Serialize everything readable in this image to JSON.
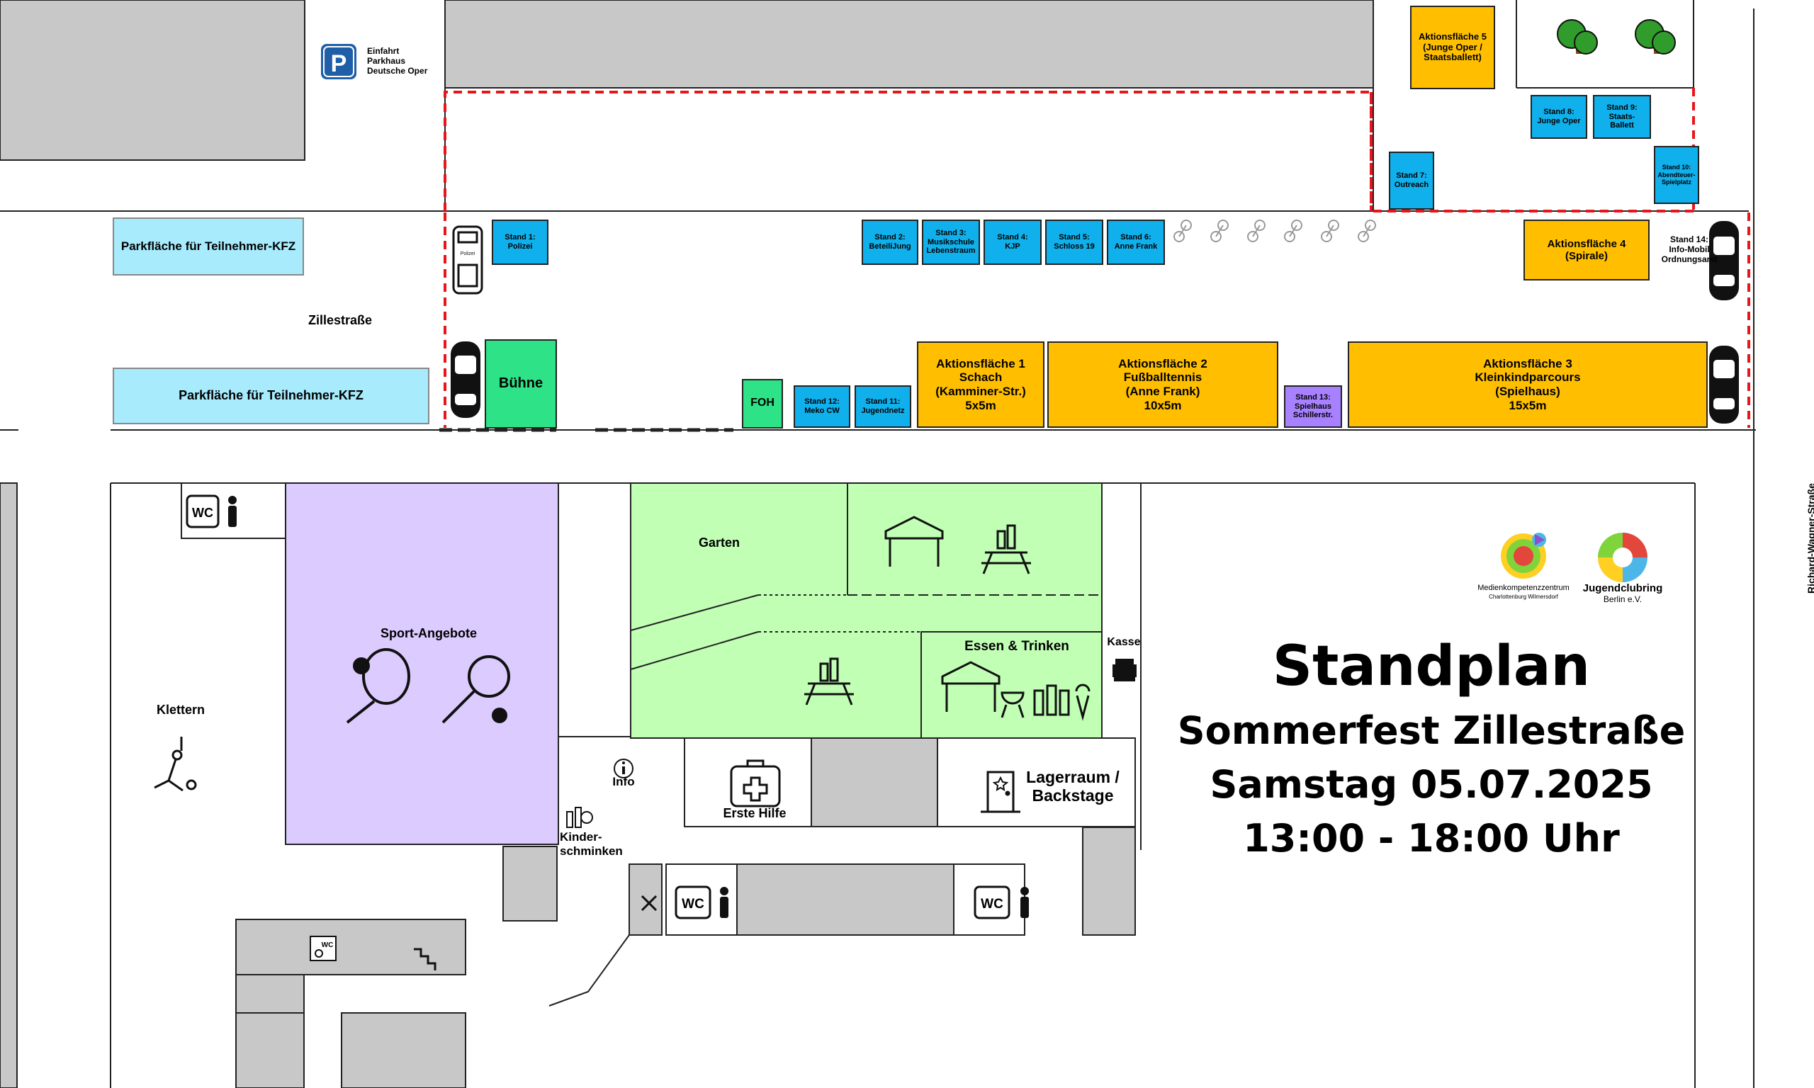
{
  "parking_sign": {
    "letter": "P",
    "text": "Einfahrt\nParkhaus\nDeutsche Oper"
  },
  "streets": {
    "zillestrasse": "Zillestraße",
    "richard_wagner": "Richard-Wagner-Straße"
  },
  "parking_areas": [
    "Parkfläche für Teilnehmer-KFZ",
    "Parkfläche für Teilnehmer-KFZ"
  ],
  "stands": {
    "s1": "Stand 1:\nPolizei",
    "s2": "Stand 2:\nBeteiliJung",
    "s3": "Stand 3:\nMusikschule\nLebenstraum",
    "s4": "Stand 4:\nKJP",
    "s5": "Stand 5:\nSchloss 19",
    "s6": "Stand 6:\nAnne Frank",
    "s7": "Stand 7:\nOutreach",
    "s8": "Stand 8:\nJunge Oper",
    "s9": "Stand 9:\nStaats-\nBallett",
    "s10": "Stand 10:\nAbendteuer-\nSpielplatz",
    "s11": "Stand 11:\nJugendnetz",
    "s12": "Stand 12:\nMeko  CW",
    "s13": "Stand 13:\nSpielhaus\nSchillerstr.",
    "s14": "Stand 14:\nInfo-Mobil\nOrdnungsamt"
  },
  "action_areas": {
    "a1": "Aktionsfläche 1\nSchach\n(Kamminer-Str.)\n5x5m",
    "a2": "Aktionsfläche 2\nFußballtennis\n(Anne Frank)\n10x5m",
    "a3": "Aktionsfläche 3\nKleinkindparcours\n(Spielhaus)\n15x5m",
    "a4": "Aktionsfläche 4\n(Spirale)",
    "a5": "Aktionsfläche 5\n(Junge Oper /\nStaatsballett)"
  },
  "stage": "Bühne",
  "foh": "FOH",
  "police_label": "Polizei",
  "areas": {
    "garten": "Garten",
    "sport": "Sport-Angebote",
    "klettern": "Klettern",
    "essen": "Essen & Trinken",
    "kasse": "Kasse",
    "info": "Info",
    "kinderschminken": "Kinder-\nschminken",
    "erste_hilfe": "Erste Hilfe",
    "lagerraum": "Lagerraum /\nBackstage",
    "wc": "WC"
  },
  "logos": {
    "mkz": "Medienkompetenzzentrum",
    "mkz_sub": "Charlottenburg Wilmersdorf",
    "jcr": "Jugendclubring",
    "jcr_sub": "Berlin e.V."
  },
  "title": {
    "main": "Standplan",
    "event": "Sommerfest Zillestraße",
    "date": "Samstag 05.07.2025",
    "time": "13:00 - 18:00 Uhr"
  },
  "colors": {
    "building": "#c8c8c8",
    "stand": "#10b0ec",
    "action": "#ffbf00",
    "garden": "#c1ffb5",
    "sport": "#dccbff",
    "stage": "#2ee387",
    "stand13": "#a781ff",
    "parking": "#a7ebfd",
    "boundary": "#e8151b"
  }
}
